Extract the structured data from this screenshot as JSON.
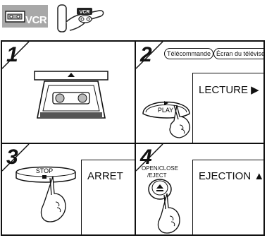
{
  "header": {
    "vcr_badge_text": "VCR",
    "remote_tag_text": "VCR"
  },
  "steps": [
    {
      "number": "1"
    },
    {
      "number": "2",
      "bubble_left": "Télécommande",
      "bubble_right": "Écran du téléviseur",
      "button_label": "PLAY",
      "action_label": "LECTURE ▶"
    },
    {
      "number": "3",
      "button_label": "STOP",
      "action_label": "ARRET"
    },
    {
      "number": "4",
      "button_label_line1": "OPEN/CLOSE",
      "button_label_line2": "/EJECT",
      "action_label": "EJECTION ▲"
    }
  ],
  "icons": {
    "badge": "vcr-cassette-icon",
    "remote": "remote-control-vcr-icon",
    "hand": "pointing-hand-icon",
    "cassette": "video-cassette-icon"
  }
}
